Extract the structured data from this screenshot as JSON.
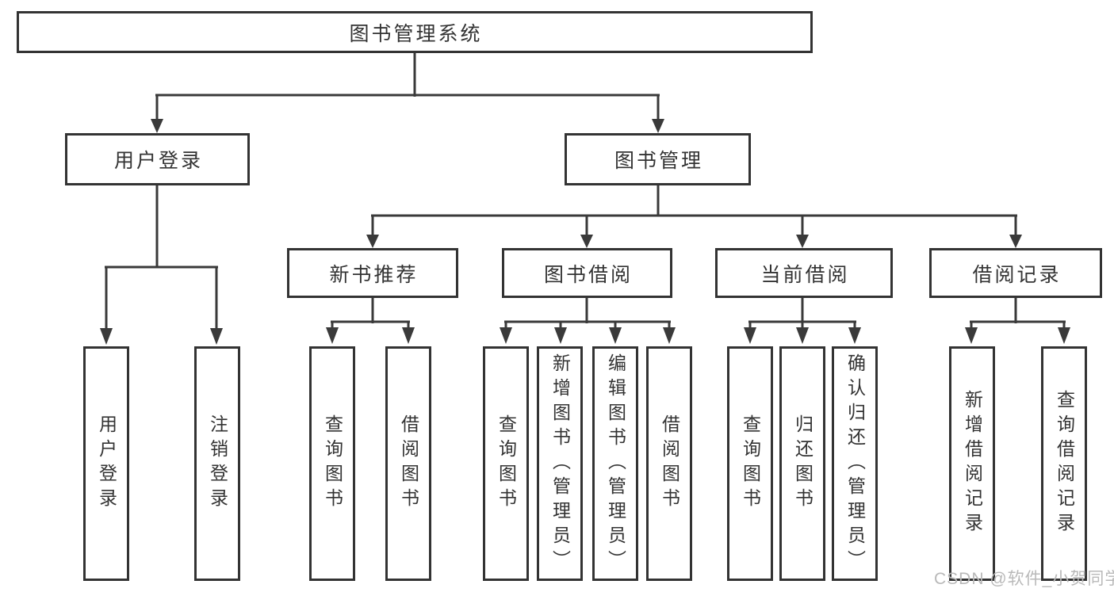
{
  "diagram": {
    "root": {
      "label": "图书管理系统"
    },
    "level2": [
      {
        "label": "用户登录"
      },
      {
        "label": "图书管理"
      }
    ],
    "level3": [
      {
        "label": "新书推荐"
      },
      {
        "label": "图书借阅"
      },
      {
        "label": "当前借阅"
      },
      {
        "label": "借阅记录"
      }
    ],
    "leaves": {
      "user_login": [
        {
          "label": "用户登录"
        },
        {
          "label": "注销登录"
        }
      ],
      "new_book": [
        {
          "label": "查询图书"
        },
        {
          "label": "借阅图书"
        }
      ],
      "borrow": [
        {
          "label": "查询图书"
        },
        {
          "label": "新增图书（管理员）"
        },
        {
          "label": "编辑图书（管理员）"
        },
        {
          "label": "借阅图书"
        }
      ],
      "current": [
        {
          "label": "查询图书"
        },
        {
          "label": "归还图书"
        },
        {
          "label": "确认归还（管理员）"
        }
      ],
      "records": [
        {
          "label": "新增借阅记录"
        },
        {
          "label": "查询借阅记录"
        }
      ]
    }
  },
  "watermark": {
    "text": "CSDN @软件_小贺同学"
  },
  "colors": {
    "line": "#3a3a3a",
    "border": "#333333",
    "text": "#333333",
    "background": "#ffffff",
    "watermark": "#b9b9b9"
  }
}
